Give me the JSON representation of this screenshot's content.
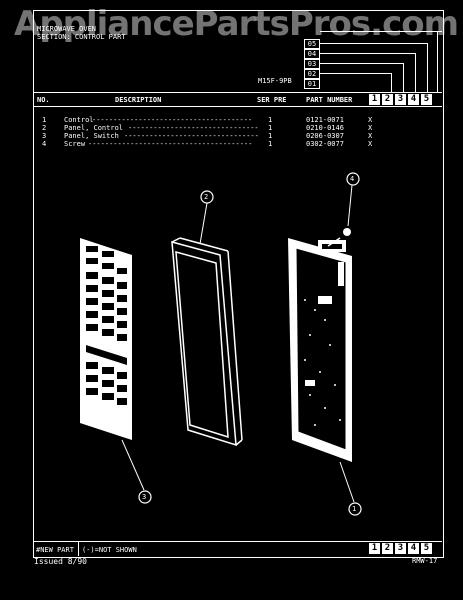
{
  "watermark": "AppliancePartsPros.com",
  "header": {
    "line1": "MICROWAVE OVEN",
    "line2": "SECTION: CONTROL PART",
    "model": "M15F-9PB",
    "tabs": [
      "05",
      "04",
      "03",
      "02",
      "01"
    ]
  },
  "columns": {
    "no": "NO.",
    "description": "DESCRIPTION",
    "ser_pre": "SER PRE",
    "part_number": "PART NUMBER",
    "boxes": [
      "1",
      "2",
      "3",
      "4",
      "5"
    ]
  },
  "parts": [
    {
      "no": "1",
      "desc": "Control",
      "qty": "1",
      "part": "0121-0071",
      "mark": "X"
    },
    {
      "no": "2",
      "desc": "Panel, Control",
      "qty": "1",
      "part": "0210-0146",
      "mark": "X"
    },
    {
      "no": "3",
      "desc": "Panel, Switch",
      "qty": "1",
      "part": "0206-0307",
      "mark": "X"
    },
    {
      "no": "4",
      "desc": "Screw",
      "qty": "1",
      "part": "0302-0077",
      "mark": "X"
    }
  ],
  "callouts": [
    "1",
    "2",
    "3",
    "4"
  ],
  "footer": {
    "new_part": "#NEW PART",
    "not_shown": "(-)=NOT SHOWN",
    "boxes": [
      "1",
      "2",
      "3",
      "4",
      "5"
    ],
    "issued": "Issued 8/90",
    "code": "RMW-17"
  }
}
